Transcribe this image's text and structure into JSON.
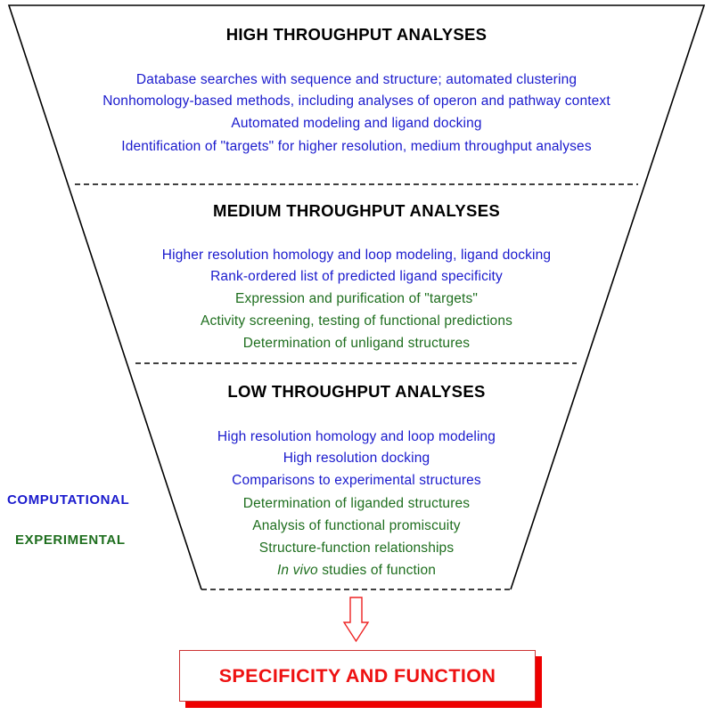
{
  "sections": [
    {
      "heading": "HIGH THROUGHPUT ANALYSES",
      "items": [
        {
          "text": "Database searches with sequence and structure; automated clustering",
          "kind": "computational"
        },
        {
          "text": "Nonhomology-based methods, including analyses of operon and pathway context",
          "kind": "computational"
        },
        {
          "text": "Automated modeling  and ligand docking",
          "kind": "computational"
        },
        {
          "text": "Identification of \"targets\" for higher resolution, medium throughput analyses",
          "kind": "computational"
        }
      ]
    },
    {
      "heading": "MEDIUM THROUGHPUT ANALYSES",
      "items": [
        {
          "text": "Higher resolution homology and loop modeling, ligand docking",
          "kind": "computational"
        },
        {
          "text": "Rank-ordered list of predicted ligand specificity",
          "kind": "computational"
        },
        {
          "text": "Expression and purification of \"targets\"",
          "kind": "experimental"
        },
        {
          "text": "Activity screening, testing of functional predictions",
          "kind": "experimental"
        },
        {
          "text": "Determination of unligand structures",
          "kind": "experimental"
        }
      ]
    },
    {
      "heading": "LOW THROUGHPUT ANALYSES",
      "items": [
        {
          "text": "High resolution homology and loop modeling",
          "kind": "computational"
        },
        {
          "text": "High resolution docking",
          "kind": "computational"
        },
        {
          "text": "Comparisons to experimental structures",
          "kind": "computational"
        },
        {
          "text": "Determination of liganded structures",
          "kind": "experimental"
        },
        {
          "text": "Analysis of functional promiscuity",
          "kind": "experimental"
        },
        {
          "text": "Structure-function relationships",
          "kind": "experimental"
        },
        {
          "text": "studies of function",
          "kind": "experimental",
          "italic_prefix": "In vivo"
        }
      ]
    }
  ],
  "legend": {
    "computational": "COMPUTATIONAL",
    "experimental": "EXPERIMENTAL"
  },
  "result": "SPECIFICITY AND FUNCTION",
  "colors": {
    "computational": "#1a1acd",
    "experimental": "#1e6e1e",
    "heading": "#000000",
    "funnel_outline": "#000000",
    "result_text": "#ee1111",
    "result_shadow": "#ee0000",
    "arrow": "#ee2222"
  }
}
